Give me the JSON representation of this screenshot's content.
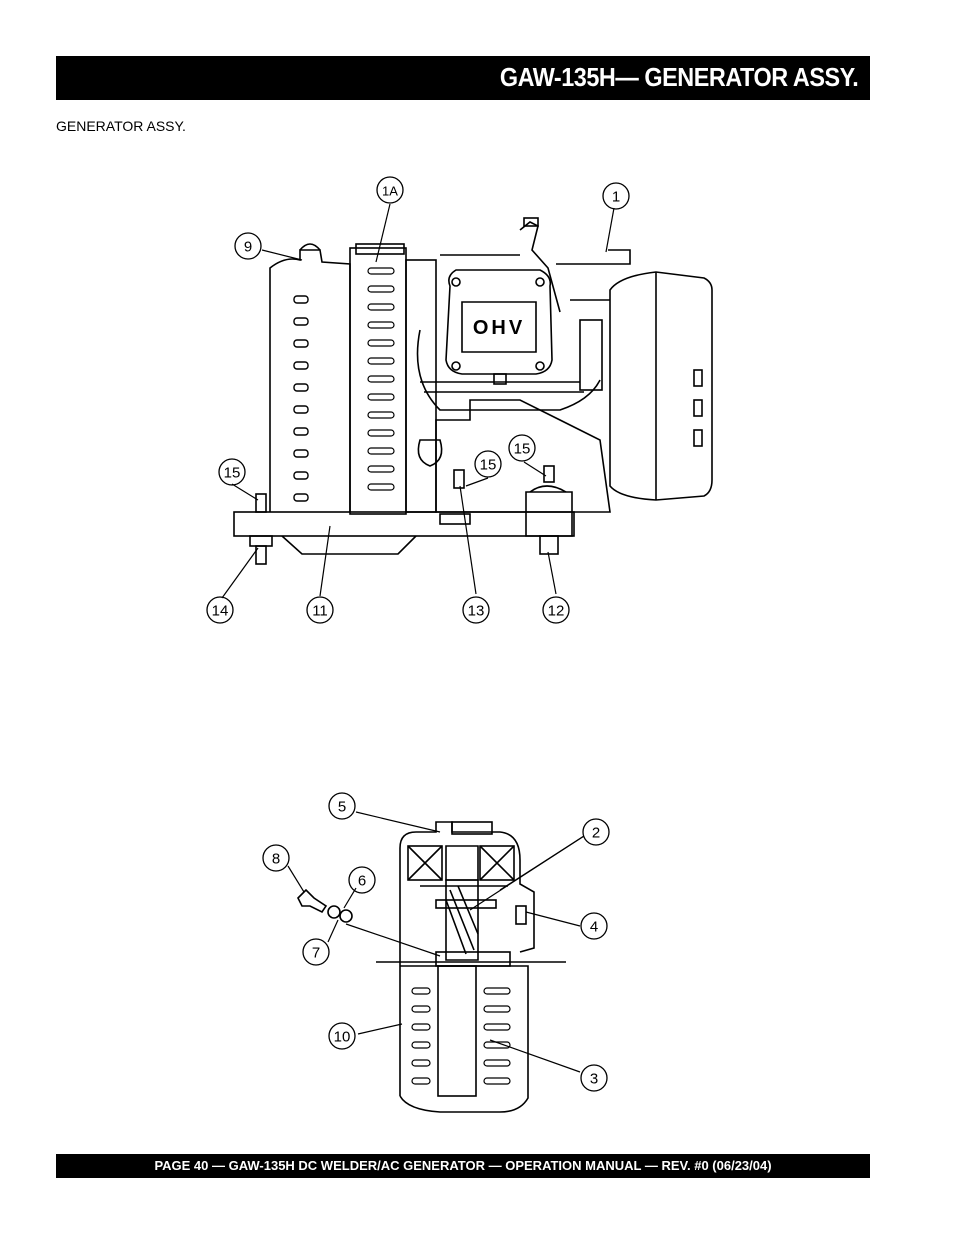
{
  "header": {
    "title": "GAW-135H— GENERATOR ASSY."
  },
  "subtitle": "GENERATOR ASSY.",
  "footer": {
    "text": "PAGE 40 — GAW-135H DC WELDER/AC GENERATOR —  OPERATION MANUAL — REV. #0 (06/23/04)"
  },
  "callouts": {
    "c1A": "1A",
    "c1": "1",
    "c9": "9",
    "c15a": "15",
    "c15b": "15",
    "c15c": "15",
    "c14": "14",
    "c11": "11",
    "c13": "13",
    "c12": "12",
    "c5": "5",
    "c2": "2",
    "c8": "8",
    "c6": "6",
    "c4": "4",
    "c7": "7",
    "c10": "10",
    "c3": "3"
  },
  "engine": {
    "valve_cover_text": "OHV"
  }
}
